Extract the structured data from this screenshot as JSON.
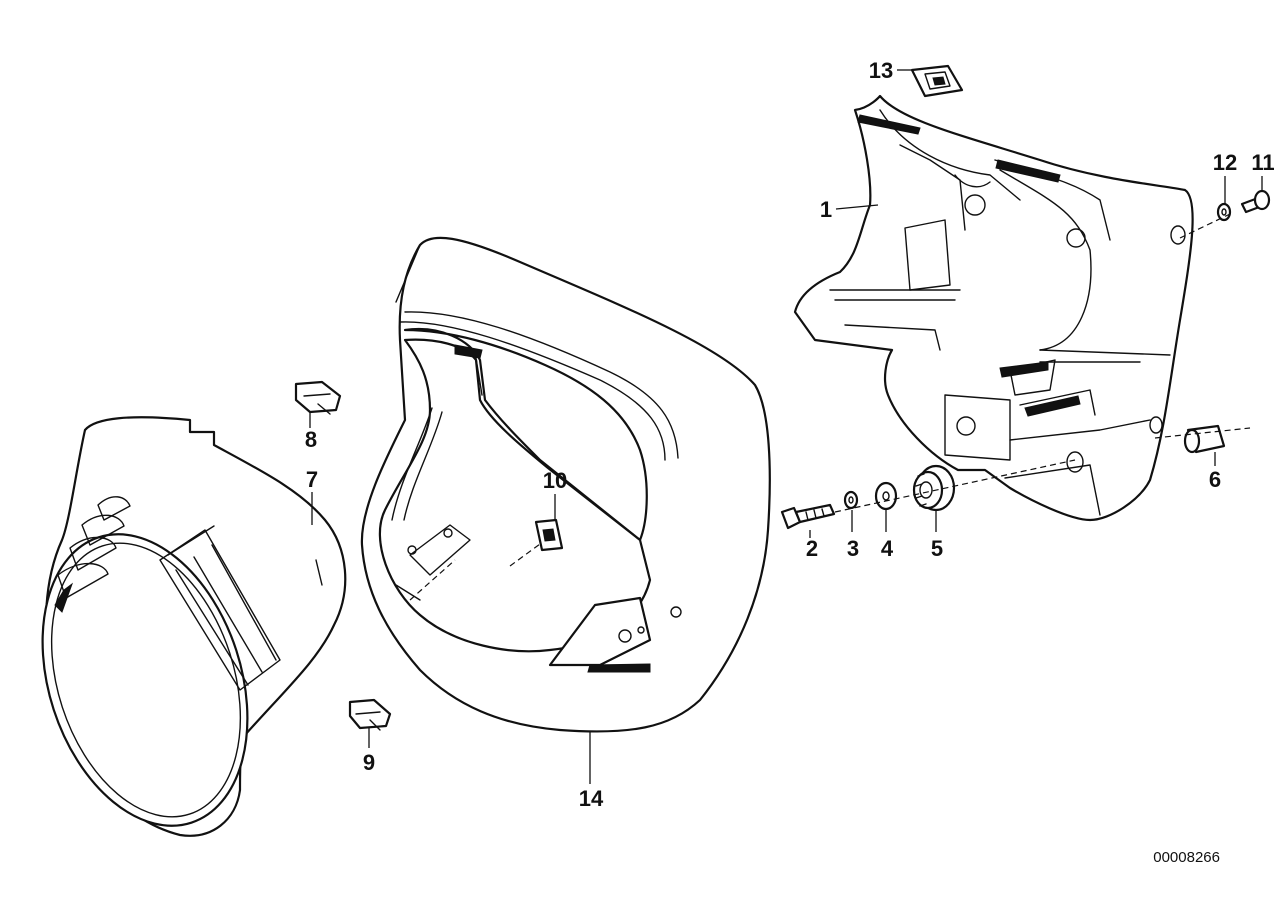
{
  "diagram": {
    "callouts": [
      {
        "id": "1",
        "label": "1"
      },
      {
        "id": "2",
        "label": "2"
      },
      {
        "id": "3",
        "label": "3"
      },
      {
        "id": "4",
        "label": "4"
      },
      {
        "id": "5",
        "label": "5"
      },
      {
        "id": "6",
        "label": "6"
      },
      {
        "id": "7",
        "label": "7"
      },
      {
        "id": "8",
        "label": "8"
      },
      {
        "id": "9",
        "label": "9"
      },
      {
        "id": "10",
        "label": "10"
      },
      {
        "id": "11",
        "label": "11"
      },
      {
        "id": "12",
        "label": "12"
      },
      {
        "id": "13",
        "label": "13"
      },
      {
        "id": "14",
        "label": "14"
      }
    ],
    "document_number": "00008266"
  }
}
